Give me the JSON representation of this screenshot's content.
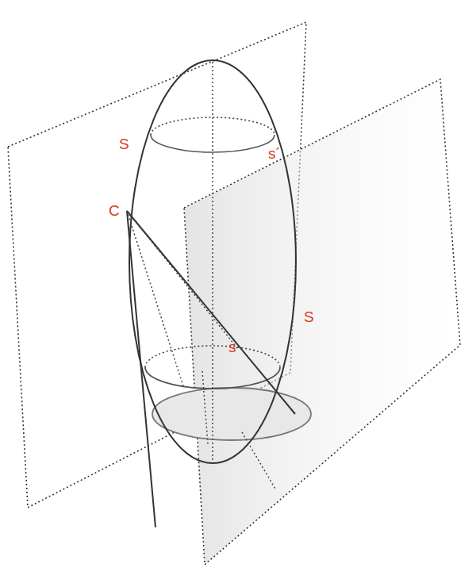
{
  "diagram": {
    "labels": [
      "S",
      "s´",
      "C",
      "S",
      "s"
    ]
  }
}
